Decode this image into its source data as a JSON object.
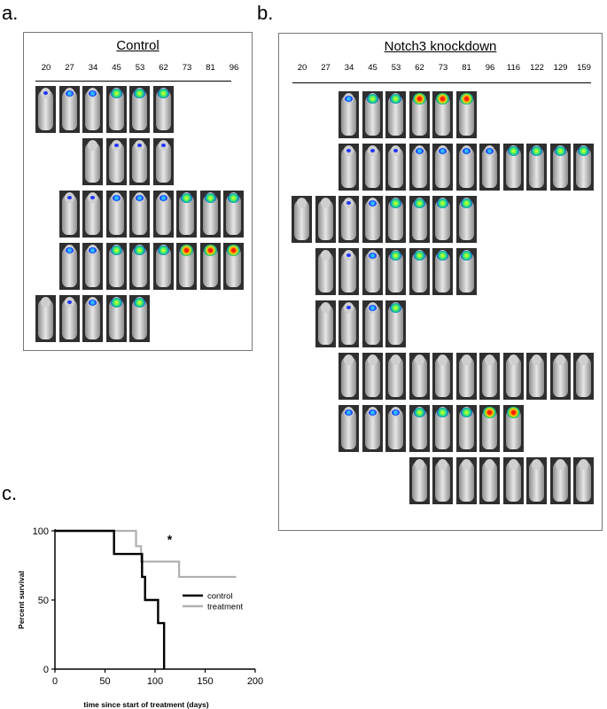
{
  "panels": {
    "a": {
      "letter": "a.",
      "title": "Control",
      "days": [
        "20",
        "27",
        "34",
        "45",
        "53",
        "62",
        "73",
        "81",
        "96"
      ]
    },
    "b": {
      "letter": "b.",
      "title": "Notch3 knockdown",
      "days": [
        "20",
        "27",
        "34",
        "45",
        "53",
        "62",
        "73",
        "81",
        "96",
        "116",
        "122",
        "129",
        "159"
      ]
    },
    "c": {
      "letter": "c."
    }
  },
  "chart_data": {
    "type": "line",
    "step": true,
    "xlabel": "time since start of treatment (days)",
    "ylabel": "Percent survival",
    "xlim": [
      0,
      200
    ],
    "ylim": [
      0,
      100
    ],
    "x_ticks": [
      0,
      50,
      100,
      150,
      200
    ],
    "y_ticks": [
      0,
      50,
      100
    ],
    "annotation": "*",
    "legend_position": "right",
    "series": [
      {
        "name": "control",
        "color": "#000000",
        "x": [
          0,
          59,
          59,
          87,
          87,
          90,
          90,
          96,
          96,
          103,
          103,
          109,
          109
        ],
        "y": [
          100,
          100,
          83.3,
          83.3,
          66.7,
          66.7,
          50,
          50,
          50,
          50,
          33.3,
          33.3,
          0
        ]
      },
      {
        "name": "treatment",
        "color": "#b0b0b0",
        "x": [
          0,
          81,
          81,
          86,
          86,
          124,
          124,
          181
        ],
        "y": [
          100,
          100,
          88.9,
          88.9,
          77.8,
          77.8,
          66.7,
          66.7
        ]
      }
    ]
  }
}
